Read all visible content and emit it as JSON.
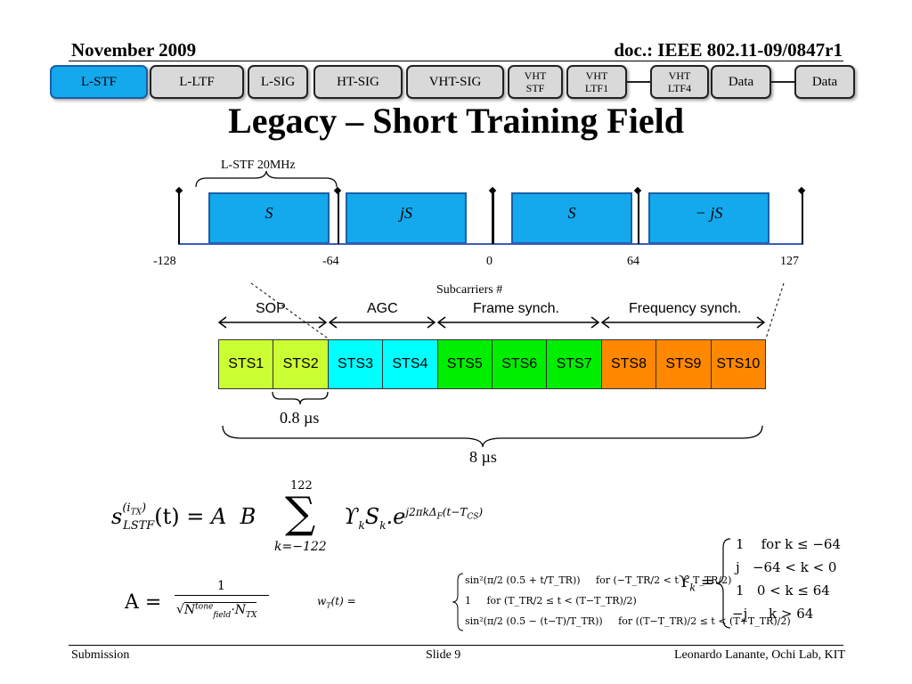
{
  "header": {
    "date": "November  2009",
    "doc": "doc.: IEEE 802.11-09/0847r1"
  },
  "nav": [
    {
      "label": "L-STF",
      "active": true
    },
    {
      "label": "L-LTF"
    },
    {
      "label": "L-SIG"
    },
    {
      "label": "HT-SIG"
    },
    {
      "label": "VHT-SIG"
    },
    {
      "label": "VHT STF"
    },
    {
      "label": "VHT LTF1"
    },
    {
      "label": "VHT LTF4"
    },
    {
      "label": "Data"
    },
    {
      "label": "Data"
    }
  ],
  "title": "Legacy – Short Training Field",
  "spectrum": {
    "brace_label": "L-STF 20MHz",
    "blocks": [
      "S",
      "jS",
      "S",
      "− jS"
    ],
    "ticks": [
      "-128",
      "-64",
      "0",
      "64",
      "127"
    ],
    "axis_label": "Subcarriers #"
  },
  "phases": [
    "SOP",
    "AGC",
    "Frame synch.",
    "Frequency synch."
  ],
  "sts": [
    "STS1",
    "STS2",
    "STS3",
    "STS4",
    "STS5",
    "STS6",
    "STS7",
    "STS8",
    "STS9",
    "STS10"
  ],
  "sts_colors": [
    "#ccff33",
    "#ccff33",
    "#00ffff",
    "#00ffff",
    "#00ee00",
    "#00ee00",
    "#00ee00",
    "#ff8800",
    "#ff8800",
    "#ff8800"
  ],
  "durations": {
    "short": "0.8 µs",
    "total": "8 µs"
  },
  "equations": {
    "sum_upper": "122",
    "sum_lower": "k=−122",
    "lhs": "s",
    "A_lhs": "A =",
    "A_num": "1",
    "wt_lhs": "w",
    "wt_cases": [
      "sin²(π/2 (0.5 + t/T_TR))     for (−T_TR/2 < t < T_TR/2)",
      "1     for (T_TR/2 ≤ t < (T−T_TR)/2)",
      "sin²(π/2 (0.5 − (t−T)/T_TR))     for ((T−T_TR)/2 ≤ t < (T+T_TR)/2)"
    ],
    "upsilon_lhs": "ϒ",
    "upsilon_cases": [
      "1    for k ≤ −64",
      "j   −64 < k < 0",
      "1   0 < k ≤ 64",
      "−j     k > 64"
    ]
  },
  "footer": {
    "left": "Submission",
    "center": "Slide 9",
    "right": "Leonardo Lanante, Ochi Lab, KIT"
  }
}
